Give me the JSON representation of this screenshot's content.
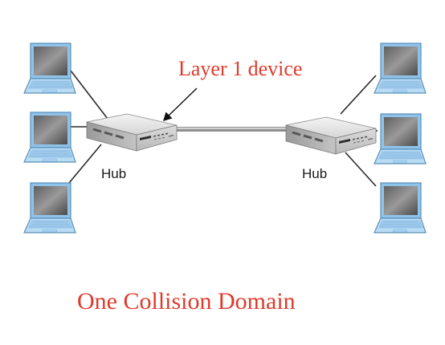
{
  "annotation": "Layer 1 device",
  "hubs": [
    {
      "label": "Hub"
    },
    {
      "label": "Hub"
    }
  ],
  "caption": "One Collision Domain",
  "colors": {
    "caption_red": "#e03a2c",
    "screen_blue": "#8fc3ea",
    "hub_body": "#e4e4e4"
  },
  "icons": [
    "laptop-icon",
    "hub-icon",
    "arrow-icon"
  ]
}
